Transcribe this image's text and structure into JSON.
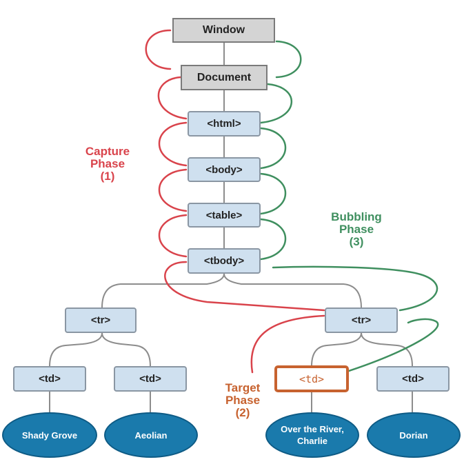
{
  "nodes": {
    "window": "Window",
    "document": "Document",
    "html": "<html>",
    "body": "<body>",
    "table": "<table>",
    "tbody": "<tbody>",
    "tr_left": "<tr>",
    "tr_right": "<tr>",
    "td_1": "<td>",
    "td_2": "<td>",
    "td_target": "<td>",
    "td_4": "<td>"
  },
  "leaves": {
    "leaf_1": "Shady Grove",
    "leaf_2": "Aeolian",
    "leaf_3": "Over the River,\nCharlie",
    "leaf_4": "Dorian"
  },
  "phases": {
    "capture": "Capture\nPhase\n(1)",
    "bubbling": "Bubbling\nPhase\n(3)",
    "target": "Target\nPhase\n(2)"
  },
  "colors": {
    "capture": "#d9434b",
    "bubbling": "#3f8f5f",
    "target": "#c7622f",
    "leaf": "#1a7aac",
    "box_blue": "#cfe0ef",
    "box_gray": "#d4d4d4"
  }
}
